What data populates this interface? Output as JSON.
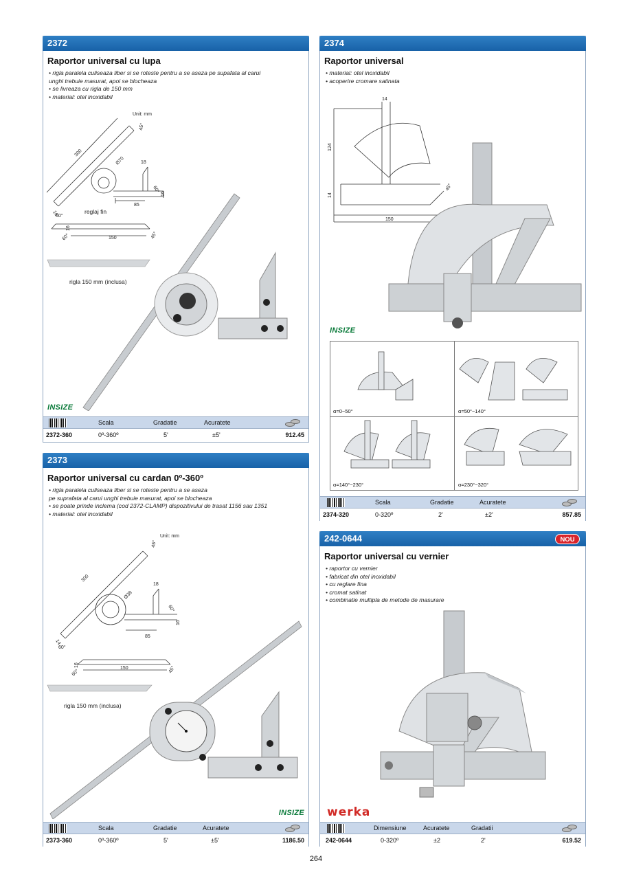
{
  "page_number": "264",
  "p2372": {
    "code": "2372",
    "title": "Raportor universal cu lupa",
    "bullets": [
      "• rigla paralela culiseaza liber si se roteste pentru a se aseza pe supafata al carui",
      "unghi trebuie masurat, apoi se blocheaza",
      "• se livreaza cu rigla de 150 mm",
      "• material: otel inoxidabil"
    ],
    "drawing": {
      "unit": "Unit: mm",
      "dims": [
        "300",
        "45°",
        "Ø70",
        "18",
        "60°",
        "16",
        "85",
        "16",
        "60°",
        "16",
        "60°",
        "150",
        "45°"
      ],
      "reglaj": "reglaj fin",
      "rigla": "rigla 150 mm (inclusa)"
    },
    "brand": "INSIZE",
    "table": {
      "headers": [
        "Scala",
        "Gradatie",
        "Acuratete"
      ],
      "row": {
        "code": "2372-360",
        "scala": "0º-360º",
        "gradatie": "5'",
        "acuratete": "±5'",
        "price": "912.45"
      }
    }
  },
  "p2373": {
    "code": "2373",
    "title": "Raportor universal cu cardan 0º-360º",
    "bullets": [
      "• rigla paralela culiseaza liber si se roteste pentru a se aseza",
      "pe suprafata al carui unghi trebuie masurat, apoi se blocheaza",
      "• se poate prinde inclema  (cod 2372-CLAMP) dispozitivului de trasat 1156 sau 1351",
      "• material: otel inoxidabil"
    ],
    "drawing": {
      "unit": "Unit: mm",
      "dims": [
        "300",
        "45°",
        "Ø38",
        "18",
        "60°",
        "16",
        "85",
        "14",
        "60°",
        "16",
        "60°",
        "150",
        "45°"
      ],
      "rigla": "rigla 150 mm (inclusa)"
    },
    "brand": "INSIZE",
    "table": {
      "headers": [
        "Scala",
        "Gradatie",
        "Acuratete"
      ],
      "row": {
        "code": "2373-360",
        "scala": "0º-360º",
        "gradatie": "5'",
        "acuratete": "±5'",
        "price": "1186.50"
      }
    }
  },
  "p2374": {
    "code": "2374",
    "title": "Raportor universal",
    "bullets": [
      "• material: otel inoxidabil",
      "• acoperire cromare satinata"
    ],
    "drawing": {
      "dims": [
        "14",
        "124",
        "14",
        "45°",
        "150"
      ]
    },
    "brand": "INSIZE",
    "ranges": [
      "α=0~50°",
      "α=50°~140°",
      "α=140°~230°",
      "α=230°~320°"
    ],
    "table": {
      "headers": [
        "Scala",
        "Gradatie",
        "Acuratete"
      ],
      "row": {
        "code": "2374-320",
        "scala": "0-320º",
        "gradatie": "2'",
        "acuratete": "±2'",
        "price": "857.85"
      }
    }
  },
  "p2420644": {
    "code": "242-0644",
    "badge": "NOU",
    "title": "Raportor universal cu vernier",
    "bullets": [
      "• raportor cu vernier",
      "• fabricat din otel inoxidabil",
      "• cu reglare fina",
      "• cromat satinat",
      "• combinatie multipla de metode de masurare"
    ],
    "brand": "werka",
    "table": {
      "headers": [
        "Dimensiune",
        "Acuratete",
        "Gradatii"
      ],
      "row": {
        "code": "242-0644",
        "dimensiune": "0-320º",
        "acuratete": "±2",
        "gradatii": "2'",
        "price": "619.52"
      }
    }
  },
  "colors": {
    "header_blue": "#1f6fb8",
    "table_blue": "#c9d7ea",
    "brand_green": "#0a7a3a",
    "werka_red": "#d12a26"
  }
}
